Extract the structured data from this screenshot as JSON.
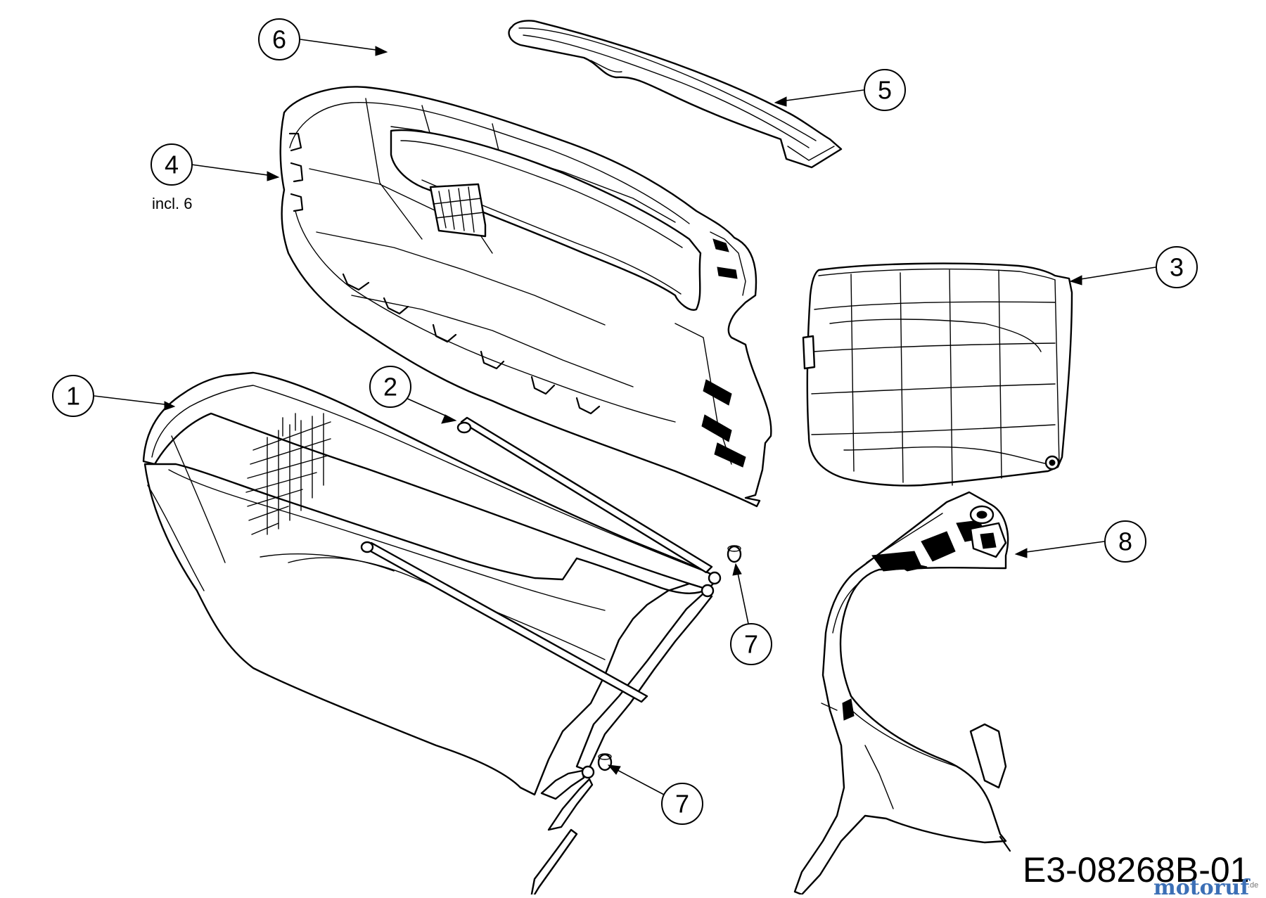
{
  "diagram": {
    "callouts": {
      "c1": "1",
      "c2": "2",
      "c3": "3",
      "c4": "4",
      "c5": "5",
      "c6": "6",
      "c7a": "7",
      "c7b": "7",
      "c8": "8"
    },
    "note_4": "incl. 6",
    "drawing_code": "E3-08268B-01",
    "watermark": {
      "brand": "motoruf",
      "suffix": ".de",
      "colors": [
        "#3b6fb6",
        "#e07a1f"
      ]
    }
  }
}
